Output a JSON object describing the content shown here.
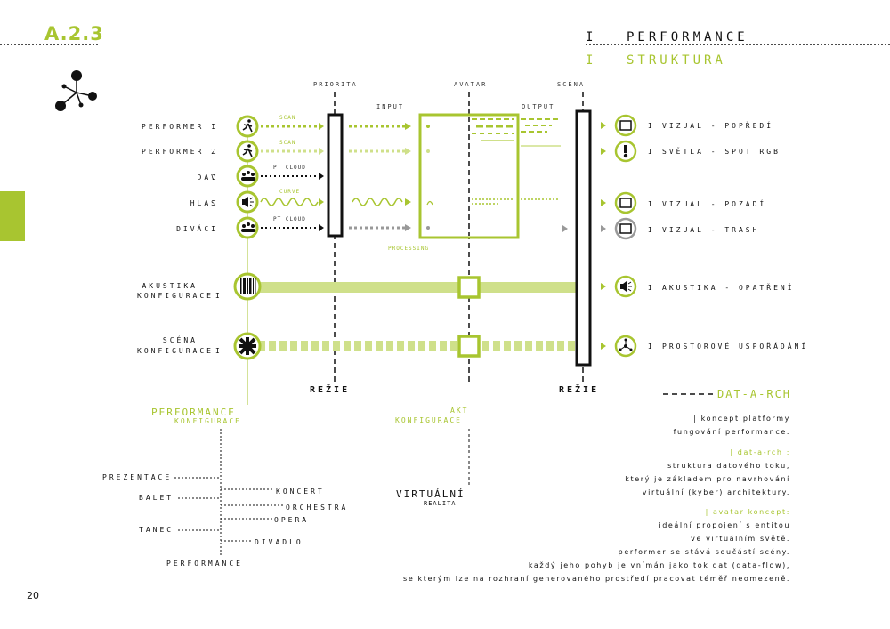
{
  "header": {
    "code": "A.2.3",
    "title1": "PERFORMANCE",
    "title2": "STRUKTURA",
    "marker": "I"
  },
  "columns": {
    "priorita": "PRIORITA",
    "avatar": "AVATAR",
    "scena": "SCÉNA",
    "input": "INPUT",
    "output": "OUTPUT",
    "processing": "PROCESSING"
  },
  "inputs": [
    {
      "label": "PERFORMER 1",
      "flow": "SCAN",
      "icon": "running-figure-icon"
    },
    {
      "label": "PERFORMER 2",
      "flow": "SCAN",
      "icon": "running-figure-icon"
    },
    {
      "label": "DAV",
      "flow": "PT CLOUD",
      "icon": "crowd-icon"
    },
    {
      "label": "HLAS",
      "flow": "CURVE",
      "icon": "speaker-icon"
    },
    {
      "label": "DIVÁCI",
      "flow": "PT CLOUD",
      "icon": "crowd-icon"
    }
  ],
  "configs": [
    {
      "label1": "AKUSTIKA",
      "label2": "KONFIGURACE",
      "icon": "barcode-icon"
    },
    {
      "label1": "SCÉNA",
      "label2": "KONFIGURACE",
      "icon": "star-icon"
    }
  ],
  "outputs": [
    {
      "label": "VIZUAL - POPŘEDÍ",
      "icon": "screen-icon"
    },
    {
      "label": "SVĚTLA - SPOT RGB",
      "icon": "light-icon"
    },
    {
      "label": "VIZUAL - POZADÍ",
      "icon": "screen-icon"
    },
    {
      "label": "VIZUAL - TRASH",
      "icon": "screen-icon"
    },
    {
      "label": "AKUSTIKA - OPATŘENÍ",
      "icon": "speaker-icon"
    },
    {
      "label": "PROSTOROVÉ USPOŘÁDÁNÍ",
      "icon": "network-icon"
    }
  ],
  "rezie_left": "REŽIE",
  "rezie_right": "REŽIE",
  "perf_konf": {
    "line1": "PERFORMANCE",
    "line2": "KONFIGURACE"
  },
  "akt_konf": {
    "line1": "AKT",
    "line2": "KONFIGURACE"
  },
  "virtual": {
    "line1": "VIRTUÁLNÍ",
    "line2": "REALITA"
  },
  "tree": {
    "prezentace": "PREZENTACE",
    "balet": "BALET",
    "tanec": "TANEC",
    "performance": "PERFORMANCE",
    "koncert": "KONCERT",
    "orchestra": "ORCHESTRA",
    "opera": "OPERA",
    "divadlo": "DIVADLO"
  },
  "dat_a_rch": {
    "heading": "DAT-A-RCH",
    "p1": [
      "| koncept platformy",
      "fungování performance."
    ],
    "p2_head": "| dat-a-rch :",
    "p2": [
      "struktura datového toku,",
      "který je základem pro navrhování",
      "virtuální (kyber) architektury."
    ],
    "p3_head": "| avatar koncept:",
    "p3": [
      "ideální propojení s entitou",
      "ve virtuálním světě.",
      "performer se stává součástí scény.",
      "každý jeho pohyb je vnímán jako tok dat (data-flow),",
      "se kterým lze na rozhraní generovaného prostředí pracovat téměř neomezeně."
    ]
  },
  "page_number": "20",
  "colors": {
    "accent": "#a8c530",
    "light_accent": "#cfe08a",
    "grey": "#999999",
    "ink": "#111111"
  }
}
